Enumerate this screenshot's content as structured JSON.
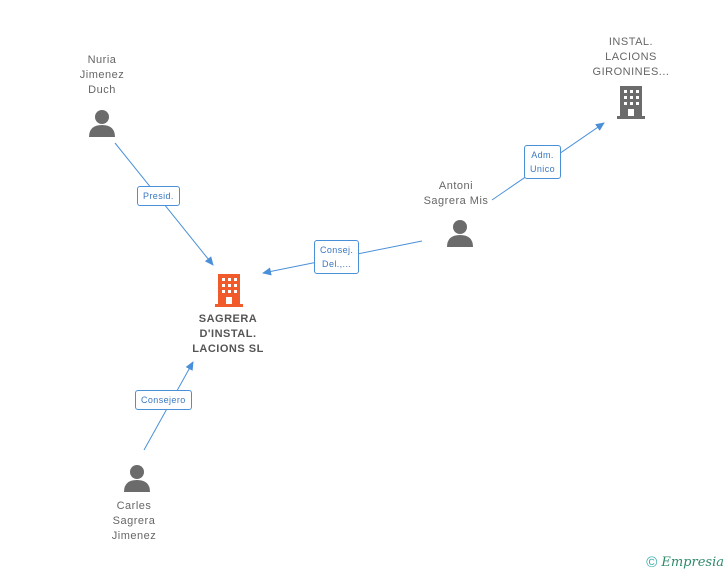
{
  "nodes": {
    "nuria": {
      "label": [
        "Nuria",
        "Jimenez",
        "Duch"
      ],
      "icon": "person-icon"
    },
    "instal": {
      "label": [
        "INSTAL.",
        "LACIONS",
        "GIRONINES..."
      ],
      "icon": "building-icon"
    },
    "antoni": {
      "label": [
        "Antoni",
        "Sagrera Mis"
      ],
      "icon": "person-icon"
    },
    "sagrera": {
      "label": [
        "SAGRERA",
        "D'INSTAL.",
        "LACIONS SL"
      ],
      "icon": "building-icon"
    },
    "carles": {
      "label": [
        "Carles",
        "Sagrera",
        "Jimenez"
      ],
      "icon": "person-icon"
    }
  },
  "edges": {
    "presid": {
      "label": "Presid."
    },
    "adm": {
      "label": [
        "Adm.",
        "Unico"
      ]
    },
    "consej_del": {
      "label": [
        "Consej.",
        "Del.,..."
      ]
    },
    "consejero": {
      "label": "Consejero"
    }
  },
  "colors": {
    "person": "#6b6b6b",
    "building": "#6b6b6b",
    "main_building": "#f15a2b",
    "edge": "#4a90d9"
  },
  "footer": {
    "copyright": "©",
    "brand": "Empresia"
  }
}
